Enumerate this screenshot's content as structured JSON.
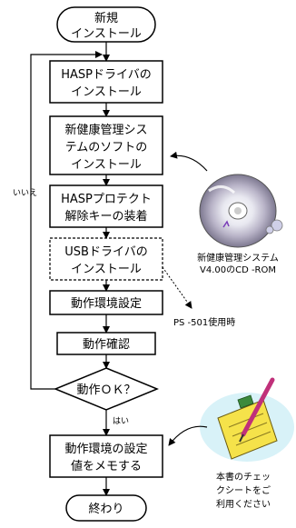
{
  "flowchart": {
    "start": [
      "新規",
      "インストール"
    ],
    "step_hasp_driver": [
      "HASPドライバの",
      "インストール"
    ],
    "step_software": [
      "新健康管理シス",
      "テムのソフトの",
      "インストール"
    ],
    "step_hasp_protect": [
      "HASPプロテクト",
      "解除キーの装着"
    ],
    "step_usb_driver": [
      "USBドライバの",
      "インストール"
    ],
    "step_env_setting": "動作環境設定",
    "step_confirm": "動作確認",
    "decision": "動作ＯＫ？",
    "yes_label": "はい",
    "no_label": "いいえ",
    "step_memo": [
      "動作環境の設定",
      "値をメモする"
    ],
    "end": "終わり"
  },
  "side_notes": {
    "cd_caption": [
      "新健康管理システム",
      "V4.00のCD -ROM"
    ],
    "ps501_note": "PS -501使用時",
    "checksheet_note": [
      "本書のチェッ",
      "クシートをご",
      "利用ください"
    ]
  },
  "icons": {
    "cd": "cd-rom-icon",
    "checklist": "checklist-pen-icon"
  },
  "colors": {
    "box_fill": "#ffffff",
    "stroke": "#000000",
    "note_yellow": "#f5e24a",
    "clip_green": "#3c8a3c",
    "pen_magenta": "#c0307a"
  }
}
